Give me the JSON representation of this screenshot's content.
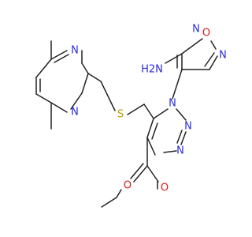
{
  "molecule": {
    "atoms": {
      "n_pyr_top": "N",
      "n_pyr_bot": "N",
      "s_thio": "S",
      "n_amine": "H2N",
      "o_furazan": "O",
      "n_furazan_top": "N",
      "n_furazan_right": "N",
      "n_triazole_1": "N",
      "n_triazole_2": "N",
      "n_triazole_3": "N",
      "o_carbonyl": "O",
      "o_ester": "O"
    },
    "colors": {
      "bond": "#222222",
      "nitrogen": "#2b2bd9",
      "oxygen": "#e11a1a",
      "sulfur": "#b3a100"
    }
  }
}
